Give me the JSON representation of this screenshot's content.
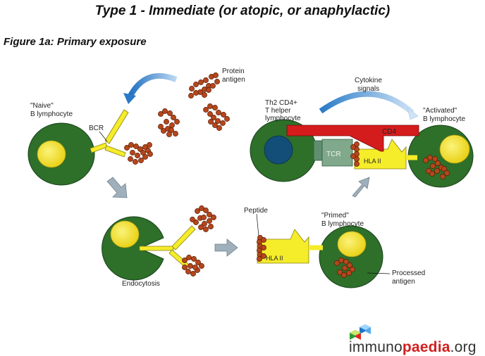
{
  "title": "Type 1 - Immediate (or atopic, or anaphylactic)",
  "subtitle": "Figure 1a:  Primary exposure",
  "labels": {
    "protein_antigen_1": "Protein",
    "protein_antigen_2": "antigen",
    "naive_1": "\"Naive\"",
    "naive_2": "B lymphocyte",
    "bcr": "BCR",
    "endocytosis": "Endocytosis",
    "peptide": "Peptide",
    "hla_primed": "HLA II",
    "primed_1": "\"Primed\"",
    "primed_2": "B lymphocyte",
    "processed_1": "Processed",
    "processed_2": "antigen",
    "cytokine_1": "Cytokine",
    "cytokine_2": "signals",
    "th2_1": "Th2 CD4+",
    "th2_2": "T helper",
    "th2_3": "lymphocyte",
    "activated_1": "\"Activated\"",
    "activated_2": "B lymphocyte",
    "cd4": "CD4",
    "tcr": "TCR",
    "hla_activated": "HLA II"
  },
  "brand": {
    "part1": "immuno",
    "part2": "paedia",
    "part3": ".org"
  },
  "colors": {
    "cell_green": "#2e6f2a",
    "nucleus_yellow": "#f4e423",
    "nucleus_blue": "#124e78",
    "receptor_yellow": "#f5ec2a",
    "antigen_brown": "#b5471d",
    "arrow_blue": "#3a86cf",
    "arrow_grey": "#9fb0bc",
    "cd4_red": "#d41c1c",
    "tcr_grey": "#5f8f70",
    "brand_red": "#d21f1f"
  }
}
